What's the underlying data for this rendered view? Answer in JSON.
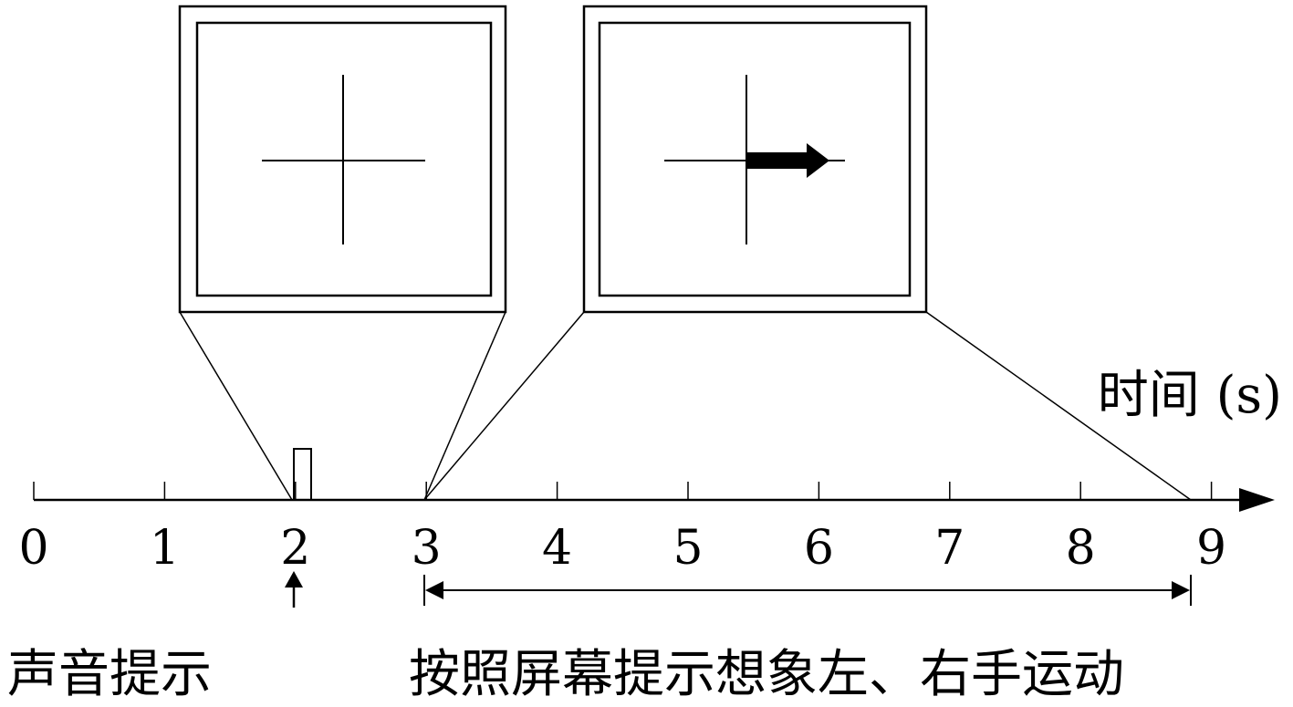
{
  "axis": {
    "label": "时间 (s)",
    "ticks": [
      "0",
      "1",
      "2",
      "3",
      "4",
      "5",
      "6",
      "7",
      "8",
      "9"
    ]
  },
  "captions": {
    "sound_cue": "声音提示",
    "imagery_task": "按照屏幕提示想象左、右手运动"
  },
  "panels": {
    "fixation": {
      "content": "fixation-cross"
    },
    "cue": {
      "content": "fixation-cross-with-right-arrow"
    }
  }
}
